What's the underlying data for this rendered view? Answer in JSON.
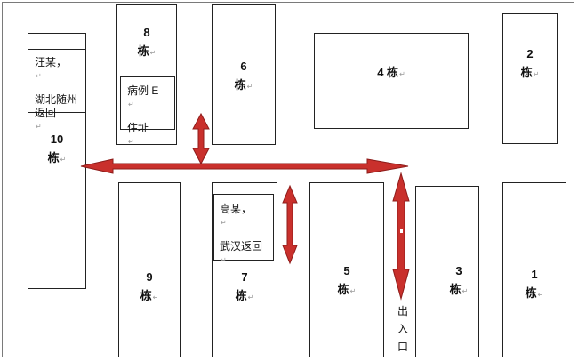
{
  "colors": {
    "arrow": "#c9302c",
    "arrow_edge": "#8e1c1a",
    "line": "#222222"
  },
  "buildings": {
    "b10": {
      "num": "10",
      "unit": "栋"
    },
    "b8": {
      "num": "8",
      "unit": "栋"
    },
    "b6": {
      "num": "6",
      "unit": "栋"
    },
    "b4": {
      "num": "4 栋"
    },
    "b2": {
      "num": "2",
      "unit": "栋"
    },
    "b9": {
      "num": "9",
      "unit": "栋"
    },
    "b7": {
      "num": "7",
      "unit": "栋"
    },
    "b5": {
      "num": "5",
      "unit": "栋"
    },
    "b3": {
      "num": "3",
      "unit": "栋"
    },
    "b1": {
      "num": "1",
      "unit": "栋"
    }
  },
  "notes": {
    "wang": {
      "line1": "汪某，",
      "line2": "湖北随州",
      "line3": "返回"
    },
    "caseE": {
      "line1": "病例 E",
      "line2": "住址"
    },
    "gao": {
      "line1": "高某，",
      "line2": "武汉返回"
    }
  },
  "exit": {
    "c1": "出",
    "c2": "入",
    "c3": "口"
  },
  "icons": {
    "paragraph_mark": "↵",
    "arrows": [
      "double-arrow-horizontal-icon",
      "double-arrow-vertical-icon"
    ]
  }
}
